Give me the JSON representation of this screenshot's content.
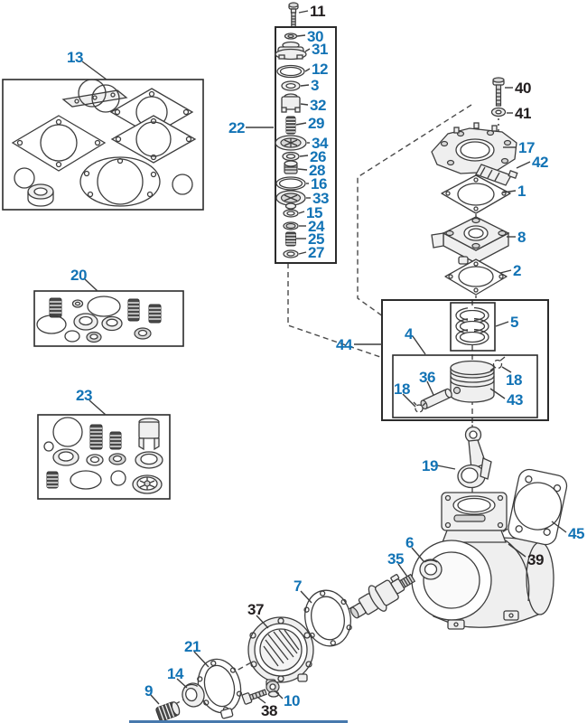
{
  "figure": {
    "kind": "exploded-parts-diagram",
    "colors": {
      "callout_blue": "#1273b5",
      "callout_black": "#221e1f",
      "line": "#3d3d3d",
      "box_border": "#2b2b2b",
      "bottom_bar": "#4779ad"
    },
    "callouts": [
      {
        "id": "11",
        "color": "black"
      },
      {
        "id": "30",
        "color": "blue"
      },
      {
        "id": "31",
        "color": "blue"
      },
      {
        "id": "12",
        "color": "blue"
      },
      {
        "id": "3",
        "color": "blue"
      },
      {
        "id": "32",
        "color": "blue"
      },
      {
        "id": "29",
        "color": "blue"
      },
      {
        "id": "34",
        "color": "blue"
      },
      {
        "id": "26",
        "color": "blue"
      },
      {
        "id": "28",
        "color": "blue"
      },
      {
        "id": "16",
        "color": "blue"
      },
      {
        "id": "33",
        "color": "blue"
      },
      {
        "id": "15",
        "color": "blue"
      },
      {
        "id": "24",
        "color": "blue"
      },
      {
        "id": "25",
        "color": "blue"
      },
      {
        "id": "27",
        "color": "blue"
      },
      {
        "id": "22",
        "color": "blue"
      },
      {
        "id": "13",
        "color": "blue"
      },
      {
        "id": "20",
        "color": "blue"
      },
      {
        "id": "23",
        "color": "blue"
      },
      {
        "id": "40",
        "color": "black"
      },
      {
        "id": "41",
        "color": "black"
      },
      {
        "id": "17",
        "color": "blue"
      },
      {
        "id": "42",
        "color": "blue"
      },
      {
        "id": "1",
        "color": "blue"
      },
      {
        "id": "8",
        "color": "blue"
      },
      {
        "id": "2",
        "color": "blue"
      },
      {
        "id": "44",
        "color": "blue"
      },
      {
        "id": "4",
        "color": "blue"
      },
      {
        "id": "5",
        "color": "blue"
      },
      {
        "id": "36",
        "color": "blue"
      },
      {
        "id": "18",
        "color": "blue"
      },
      {
        "id": "18",
        "color": "blue"
      },
      {
        "id": "43",
        "color": "blue"
      },
      {
        "id": "19",
        "color": "blue"
      },
      {
        "id": "45",
        "color": "blue"
      },
      {
        "id": "39",
        "color": "black"
      },
      {
        "id": "6",
        "color": "blue"
      },
      {
        "id": "35",
        "color": "blue"
      },
      {
        "id": "7",
        "color": "blue"
      },
      {
        "id": "37",
        "color": "black"
      },
      {
        "id": "21",
        "color": "blue"
      },
      {
        "id": "14",
        "color": "blue"
      },
      {
        "id": "9",
        "color": "blue"
      },
      {
        "id": "10",
        "color": "blue"
      },
      {
        "id": "38",
        "color": "black"
      }
    ]
  }
}
